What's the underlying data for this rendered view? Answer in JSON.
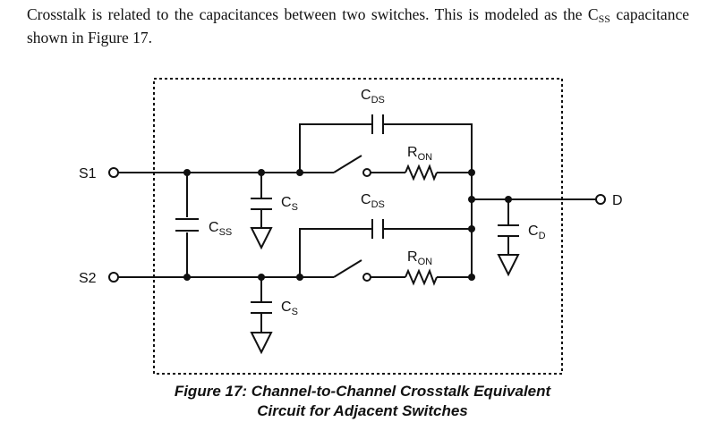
{
  "paragraph": {
    "part1": "Crosstalk is related to the capacitances between two switches. This is modeled as the C",
    "sub": "SS",
    "part2": " capacitance shown in Figure 17."
  },
  "figure": {
    "caption_line1": "Figure 17: Channel-to-Channel Crosstalk Equivalent",
    "caption_line2": "Circuit for Adjacent Switches",
    "pins": {
      "s1": "S1",
      "s2": "S2",
      "d": "D"
    },
    "components": {
      "cds": {
        "main": "C",
        "sub": "DS"
      },
      "ron": {
        "main": "R",
        "sub": "ON"
      },
      "cs": {
        "main": "C",
        "sub": "S"
      },
      "css": {
        "main": "C",
        "sub": "SS"
      },
      "cd": {
        "main": "C",
        "sub": "D"
      }
    }
  }
}
